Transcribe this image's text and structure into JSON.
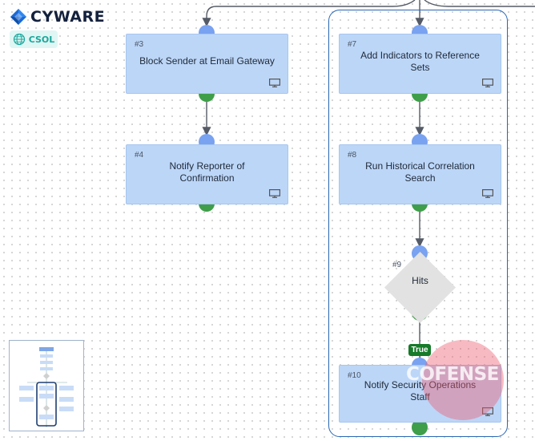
{
  "brand": {
    "logo_text": "CYWARE",
    "product_badge": "CSOL",
    "logo_icon": "cyware-diamond-icon",
    "badge_icon": "globe-grid-icon"
  },
  "nodes": [
    {
      "number": "#3",
      "title": "Block Sender at Email Gateway"
    },
    {
      "number": "#4",
      "title": "Notify Reporter of Confirmation"
    },
    {
      "number": "#7",
      "title": "Add Indicators to Reference Sets"
    },
    {
      "number": "#8",
      "title": "Run Historical Correlation Search"
    },
    {
      "number": "#10",
      "title": "Notify Security Operations Staff"
    }
  ],
  "decision": {
    "number": "#9",
    "label": "Hits"
  },
  "branch_label": "True",
  "watermark": {
    "text": "COFENSE"
  },
  "colors": {
    "node_fill": "#bcd6f8",
    "input_port": "#79a2f0",
    "output_port": "#3f9e4a",
    "group_border": "#2867b2",
    "true_badge": "#177a2a",
    "connector": "#555b66"
  }
}
